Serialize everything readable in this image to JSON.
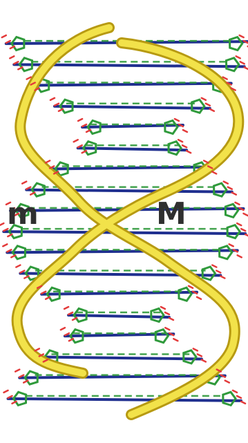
{
  "labels": {
    "minor_groove": "m",
    "major_groove": "M"
  },
  "colors": {
    "backbone_ribbon": "#f2e24a",
    "backbone_edge": "#b79a12",
    "sugar_ring": "#2f9a3b",
    "base_pair": "#1f2f8f",
    "phosphate_oxygen": "#e33a3a",
    "label_text": "#2f2f2f"
  },
  "structure": {
    "type": "dna-double-helix",
    "base_pair_rungs": 18
  }
}
